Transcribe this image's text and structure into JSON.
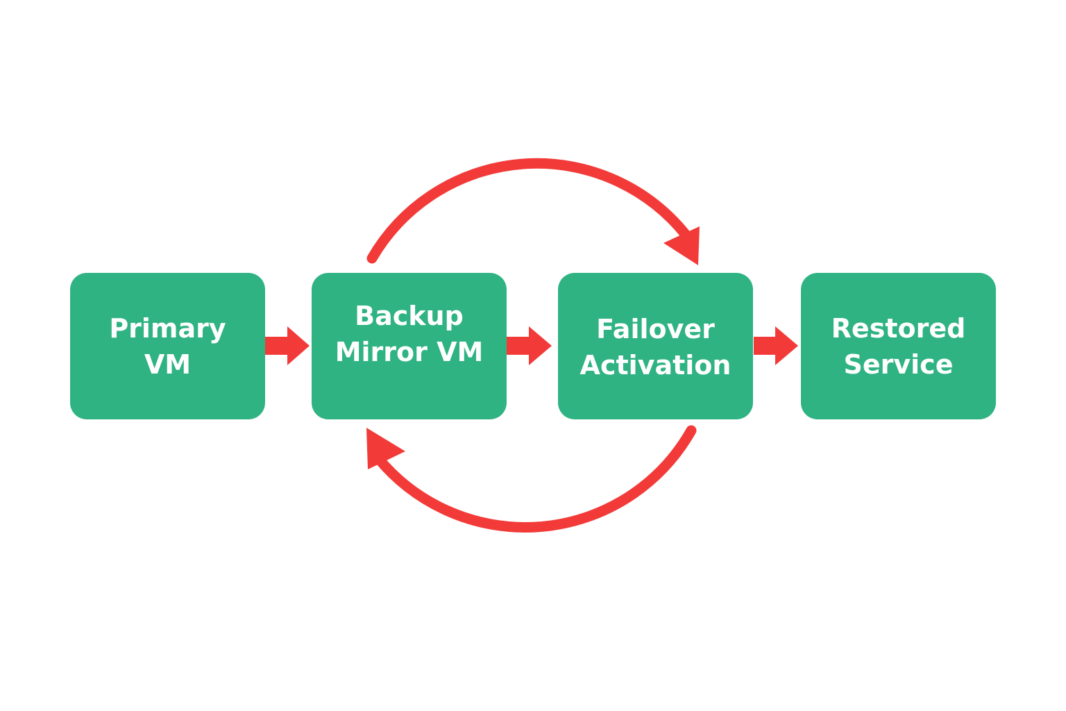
{
  "colors": {
    "background": "#ffffff",
    "box_fill": "#2fb383",
    "box_text": "#ffffff",
    "arrow": "#f23b39"
  },
  "boxes": {
    "primary": {
      "line1": "Primary",
      "line2": "VM"
    },
    "backup": {
      "line1": "Backup",
      "line2": "Mirror VM"
    },
    "failover": {
      "line1": "Failover",
      "line2": "Activation"
    },
    "restored": {
      "line1": "Restored",
      "line2": "Service"
    }
  },
  "connections": [
    {
      "from": "primary",
      "to": "backup",
      "style": "straight"
    },
    {
      "from": "backup",
      "to": "failover",
      "style": "straight"
    },
    {
      "from": "failover",
      "to": "restored",
      "style": "straight"
    },
    {
      "from": "backup",
      "to": "failover",
      "style": "curved-top"
    },
    {
      "from": "failover",
      "to": "backup",
      "style": "curved-bottom"
    }
  ]
}
